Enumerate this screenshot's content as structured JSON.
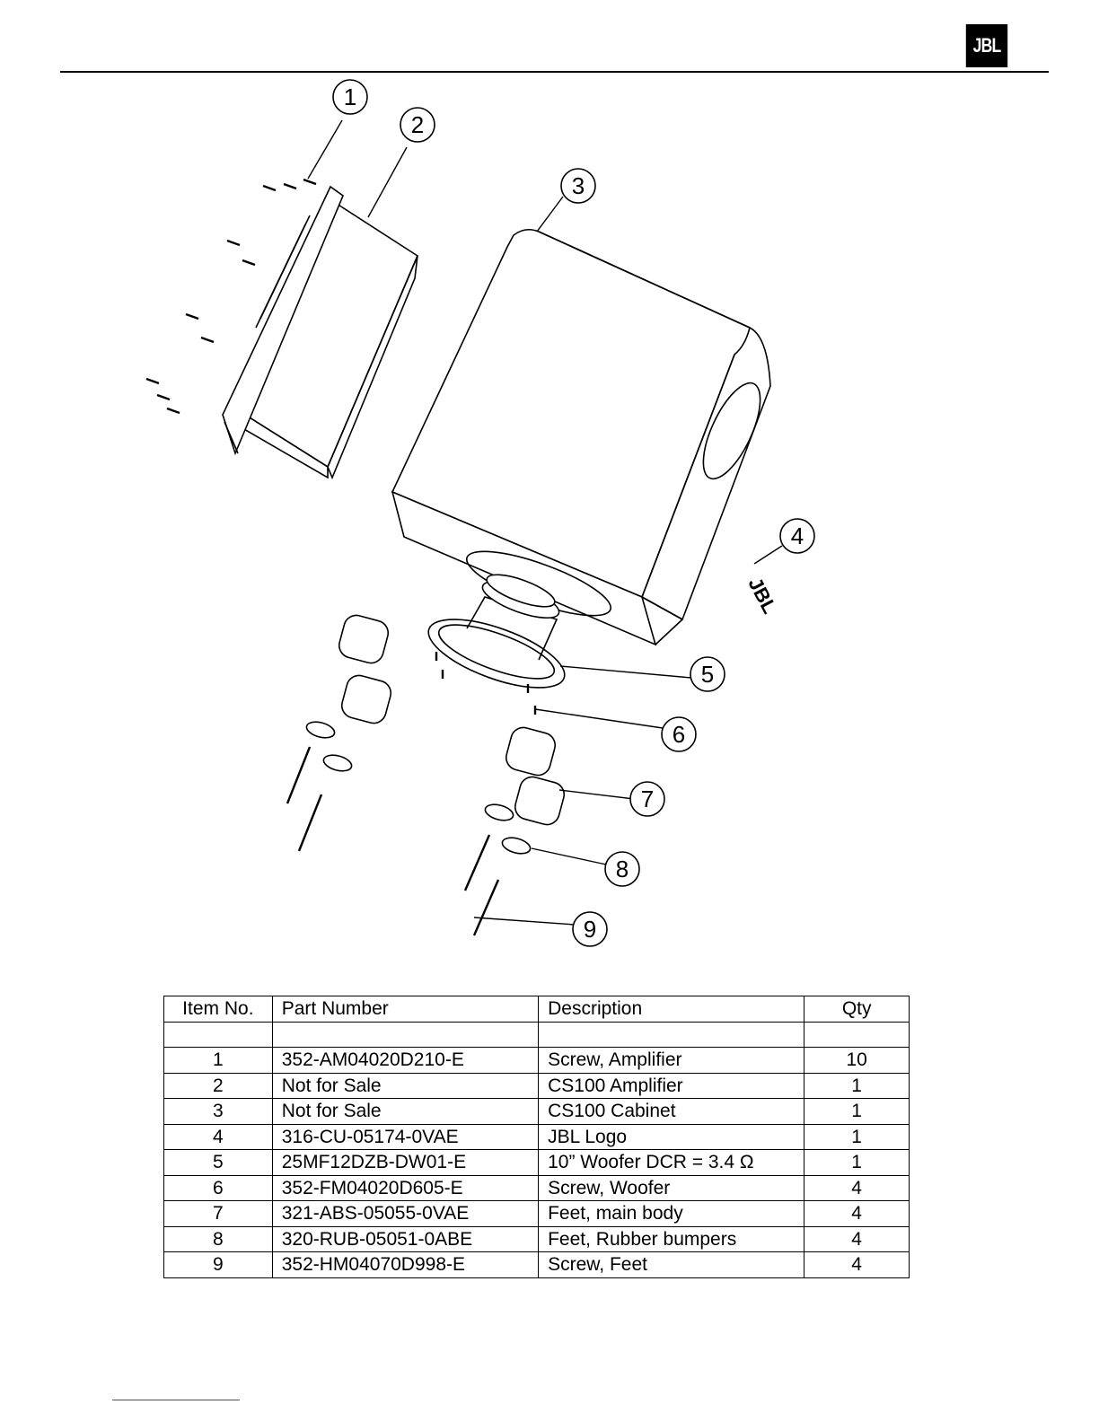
{
  "header": {
    "logo_text": "JBL"
  },
  "callouts": [
    "1",
    "2",
    "3",
    "4",
    "5",
    "6",
    "7",
    "8",
    "9"
  ],
  "drawing_logo_text": "JBL",
  "table": {
    "headers": [
      "Item No.",
      "Part Number",
      "Description",
      "Qty"
    ],
    "rows": [
      [
        "1",
        "352-AM04020D210-E",
        "Screw, Amplifier",
        "10"
      ],
      [
        "2",
        "Not for Sale",
        "CS100 Amplifier",
        "1"
      ],
      [
        "3",
        "Not for Sale",
        "CS100 Cabinet",
        "1"
      ],
      [
        "4",
        "316-CU-05174-0VAE",
        "JBL Logo",
        "1"
      ],
      [
        "5",
        "25MF12DZB-DW01-E",
        "10” Woofer  DCR = 3.4 Ω",
        "1"
      ],
      [
        "6",
        "352-FM04020D605-E",
        "Screw, Woofer",
        "4"
      ],
      [
        "7",
        "321-ABS-05055-0VAE",
        "Feet, main body",
        "4"
      ],
      [
        "8",
        "320-RUB-05051-0ABE",
        "Feet, Rubber bumpers",
        "4"
      ],
      [
        "9",
        "352-HM04070D998-E",
        "Screw, Feet",
        "4"
      ]
    ]
  },
  "colors": {
    "ink": "#000000",
    "paper": "#ffffff",
    "footer_link": "#2a4bd0"
  }
}
